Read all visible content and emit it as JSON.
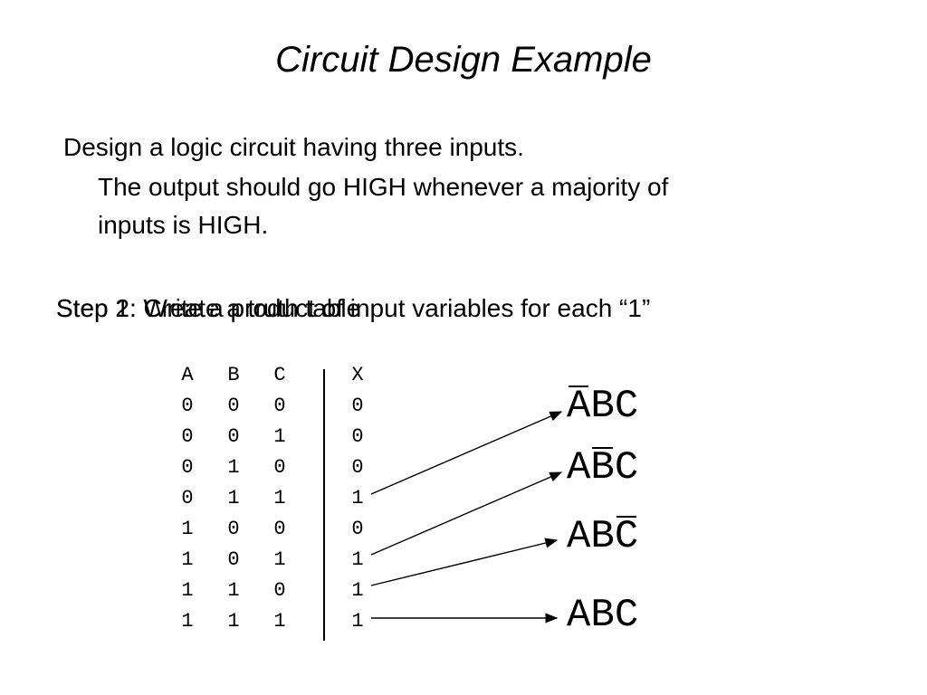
{
  "title": "Circuit Design Example",
  "problem": {
    "line1": "Design a logic circuit having three inputs.",
    "line2": "The output should go HIGH whenever a majority of",
    "line3": "inputs is HIGH."
  },
  "steps": {
    "step1": "Step 1: Create a truth table",
    "step2": "Step 2: Write a product of input variables for each “1”"
  },
  "truth_table": {
    "headers": [
      "A",
      "B",
      "C",
      "X"
    ],
    "rows": [
      [
        "0",
        "0",
        "0",
        "0"
      ],
      [
        "0",
        "0",
        "1",
        "0"
      ],
      [
        "0",
        "1",
        "0",
        "0"
      ],
      [
        "0",
        "1",
        "1",
        "1"
      ],
      [
        "1",
        "0",
        "0",
        "0"
      ],
      [
        "1",
        "0",
        "1",
        "1"
      ],
      [
        "1",
        "1",
        "0",
        "1"
      ],
      [
        "1",
        "1",
        "1",
        "1"
      ]
    ]
  },
  "terms": [
    {
      "letters": [
        "A",
        "B",
        "C"
      ],
      "bars": [
        true,
        false,
        false
      ]
    },
    {
      "letters": [
        "A",
        "B",
        "C"
      ],
      "bars": [
        false,
        true,
        false
      ]
    },
    {
      "letters": [
        "A",
        "B",
        "C"
      ],
      "bars": [
        false,
        false,
        true
      ]
    },
    {
      "letters": [
        "A",
        "B",
        "C"
      ],
      "bars": [
        false,
        false,
        false
      ]
    }
  ]
}
